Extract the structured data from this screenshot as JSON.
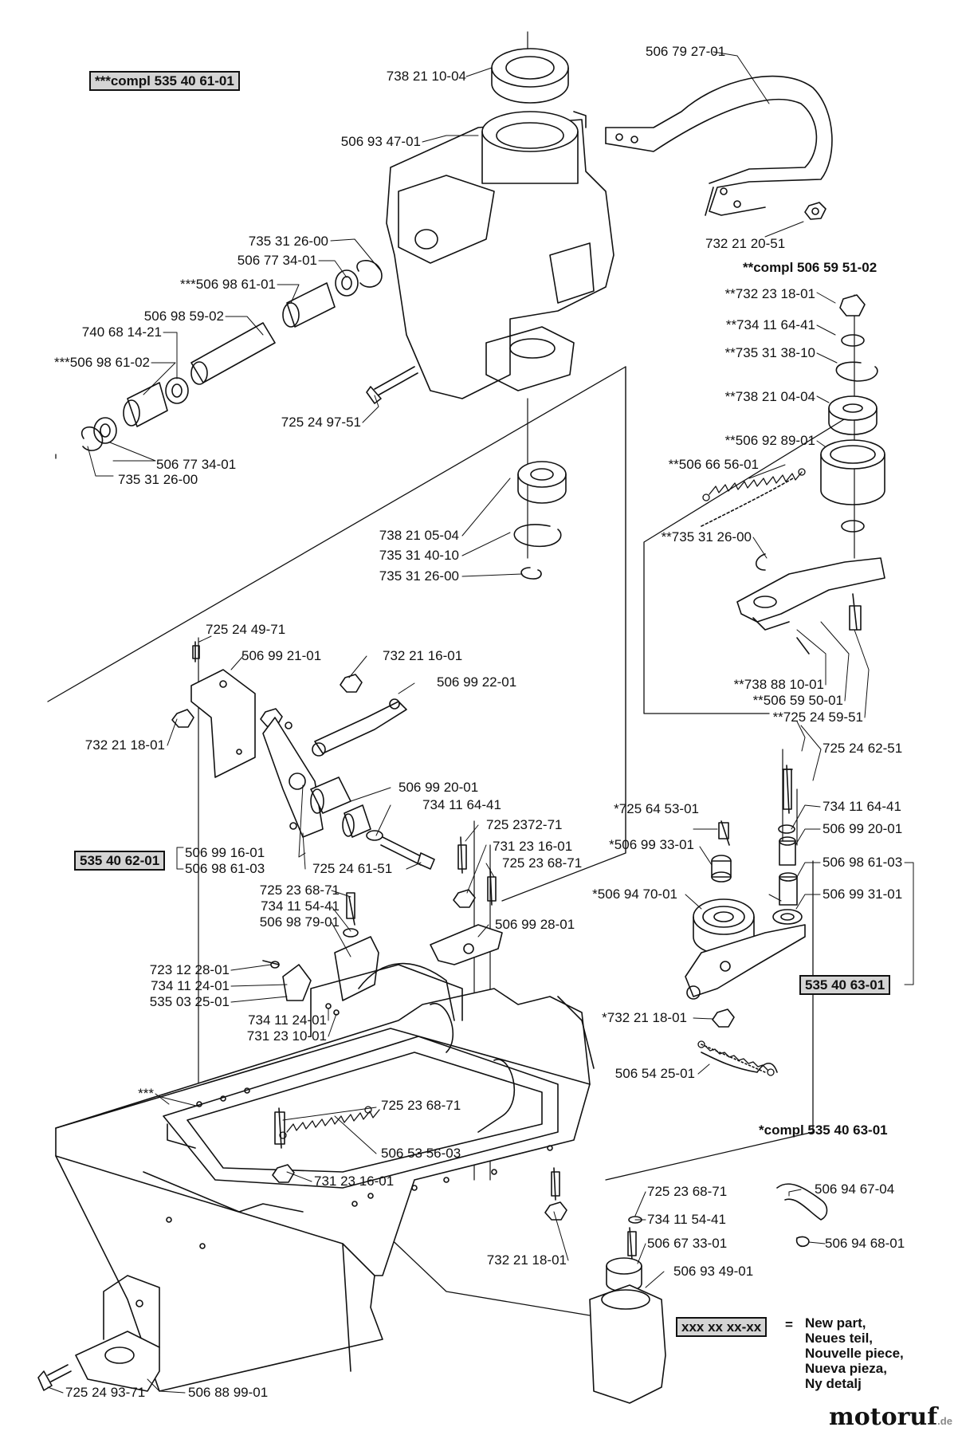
{
  "header": {
    "compl_label": "***compl 535 40 61-01"
  },
  "subassembly_labels": {
    "compl_506_59_51": "**compl 506 59 51-02",
    "compl_535_40_63": "*compl 535 40 63-01"
  },
  "boxes": {
    "box_535_40_62": "535 40 62-01",
    "box_535_40_63": "535 40 63-01",
    "legend_box": "xxx xx xx-xx"
  },
  "legend": {
    "equals": "=",
    "lines": [
      "New part,",
      "Neues teil,",
      "Nouvelle piece,",
      "Nueva pieza,",
      "Ny detalj"
    ]
  },
  "watermark": {
    "main": "motoruf",
    "suffix": ".de"
  },
  "parts": {
    "p738211004": "738 21 10-04",
    "p506792701": "506 79 27-01",
    "p506934701": "506 93 47-01",
    "p732212051": "732 21 20-51",
    "p735312600a": "735 31 26-00",
    "p506773401a": "506 77 34-01",
    "p506986101": "***506 98 61-01",
    "p506985902": "506 98 59-02",
    "p740681421": "740 68 14-21",
    "p506986102": "***506 98 61-02",
    "p725249751": "725 24 97-51",
    "p506773401b": "506 77 34-01",
    "p735312600b": "735 31 26-00",
    "p732231801s": "**732 23 18-01",
    "p734116441s": "**734 11 64-41",
    "p735313810s": "**735 31 38-10",
    "p738210404s": "**738 21 04-04",
    "p506928901s": "**506 92 89-01",
    "p506665601s": "**506 66 56-01",
    "p735312600s": "**735 31 26-00",
    "p738210504": "738 21 05-04",
    "p735314010": "735 31 40-10",
    "p735312600c": "735 31 26-00",
    "p738881001s": "**738 88 10-01",
    "p506595001s": "**506 59 50-01",
    "p725245951s": "**725 24 59-51",
    "p725244971": "725 24 49-71",
    "p506992101": "506 99 21-01",
    "p732211601": "732 21 16-01",
    "p506992201": "506 99 22-01",
    "p732211801a": "732 21 18-01",
    "p506992001a": "506 99 20-01",
    "p734116441a": "734 11 64-41",
    "p725237271": "725 2372-71",
    "p731231601a": "731 23 16-01",
    "p725236871a": "725 23 68-71",
    "p506991601": "506 99 16-01",
    "p506986103a": "506 98 61-03",
    "p725246151": "725 24 61-51",
    "p725236871b": "725 23 68-71",
    "p734115441a": "734 11 54-41",
    "p506987901": "506 98 79-01",
    "p506992801": "506 99 28-01",
    "p723122801": "723 12 28-01",
    "p734112401a": "734 11 24-01",
    "p535032501": "535 03 25-01",
    "p734112401b": "734 11 24-01",
    "p731231001": "731 23 10-01",
    "p725246251": "725 24 62-51",
    "p725645301s": "*725 64 53-01",
    "p734116441b": "734 11 64-41",
    "p506993301s": "*506 99 33-01",
    "p506992001b": "506 99 20-01",
    "p506986103b": "506 98 61-03",
    "p506947001s": "*506 94 70-01",
    "p506993101": "506 99 31-01",
    "p732211801s": "*732 21 18-01",
    "p506542501": "506 54 25-01",
    "p_star3": "***",
    "p725236871c": "725 23 68-71",
    "p506535603": "506 53 56-03",
    "p731231601b": "731 23 16-01",
    "p725236871d": "725 23 68-71",
    "p506946704": "506 94 67-04",
    "p734115441b": "734 11 54-41",
    "p506946801": "506 94 68-01",
    "p506673301": "506 67 33-01",
    "p732211801b": "732 21 18-01",
    "p506934901": "506 93 49-01",
    "p725249371": "725 24 93-71",
    "p506889901": "506 88 99-01"
  }
}
